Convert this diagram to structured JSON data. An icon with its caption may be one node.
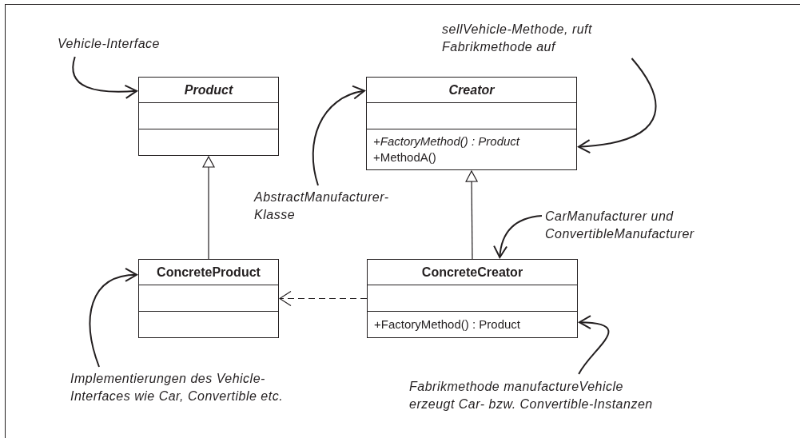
{
  "diagram": {
    "nodes": [
      {
        "text": [
          "Product"
        ]
      },
      {
        "text": [
          "Creator",
          "*+FactoryMethod() : Product*",
          "+MethodA()"
        ]
      },
      {
        "text": [
          "ConcreteProduct"
        ]
      },
      {
        "text": [
          "ConcreteCreator",
          "+FactoryMethod() : Product"
        ]
      },
      {
        "text": [
          "Vehicle-Interface"
        ]
      },
      {
        "text": [
          "sellVehicle-Methode, ruft Fabrikmethode auf"
        ]
      },
      {
        "text": [
          "AbstractManufacturer-Klasse"
        ]
      },
      {
        "text": [
          "CarManufacturer und ConvertibleManufacturer"
        ]
      },
      {
        "text": [
          "Implementierungen des Vehicle-Interfaces wie Car, Convertible etc."
        ]
      },
      {
        "text": [
          "Fabrikmethode manufactureVehicle erzeugt Car- bzw. Convertible-Instanzen"
        ]
      }
    ],
    "edges": [
      {
        "from": 2,
        "to": 0,
        "arrow": "to"
      },
      {
        "from": 3,
        "to": 1,
        "arrow": "to"
      },
      {
        "from": 3,
        "to": 2,
        "arrow": "to",
        "style": "dashed"
      },
      {
        "from": 4,
        "to": 0,
        "arrow": "to"
      },
      {
        "from": 5,
        "to": 1,
        "arrow": "to"
      },
      {
        "from": 6,
        "to": 1,
        "arrow": "to"
      },
      {
        "from": 7,
        "to": 3,
        "arrow": "to"
      },
      {
        "from": 8,
        "to": 2,
        "arrow": "to"
      },
      {
        "from": 9,
        "to": 3,
        "arrow": "to"
      }
    ]
  }
}
